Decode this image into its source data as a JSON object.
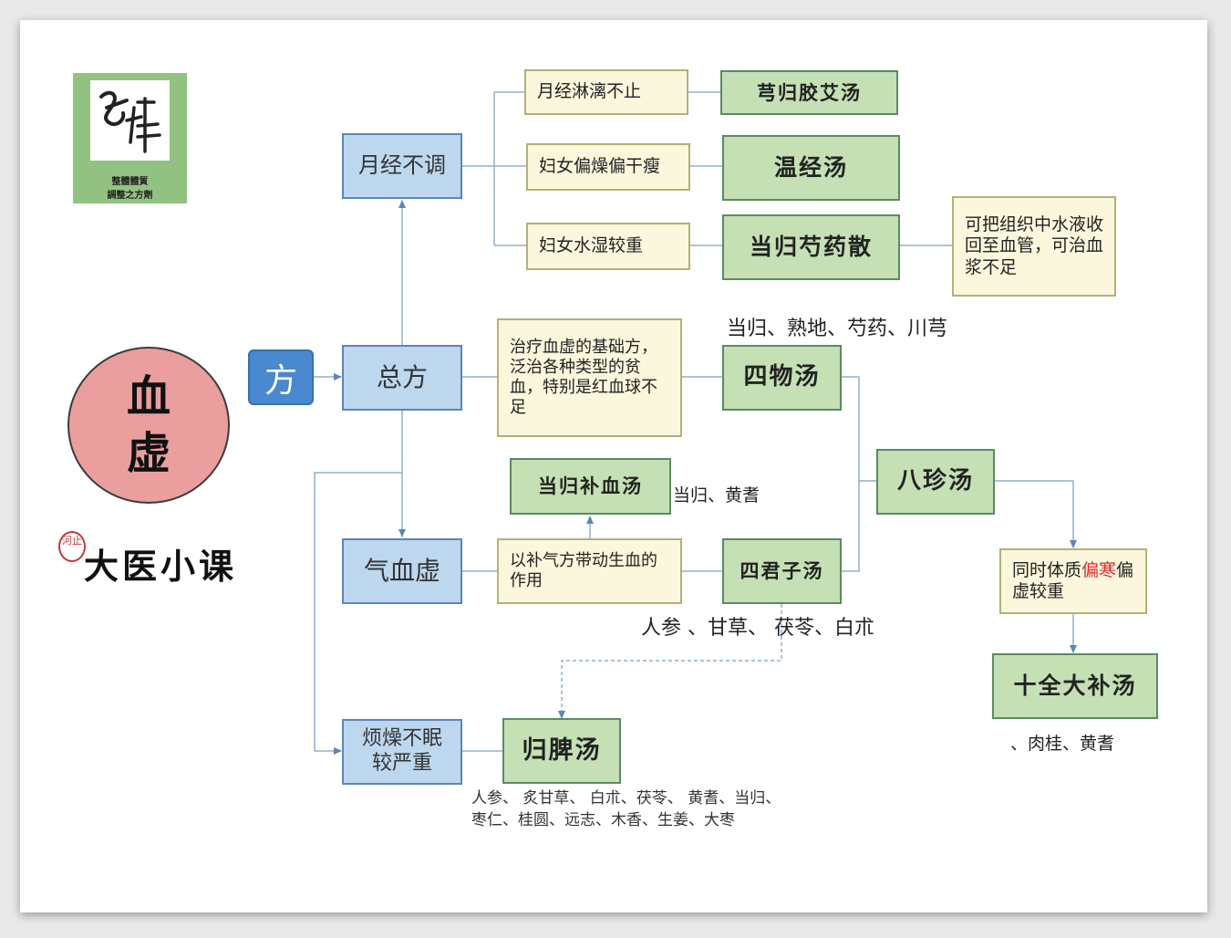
{
  "logo": {
    "glyph": "方律",
    "caption_line1": "整體體質",
    "caption_line2": "調整之方劑"
  },
  "main_topic": {
    "line1": "血",
    "line2": "虚"
  },
  "fang_tag": "方",
  "course": {
    "seal": "河止",
    "title": "大医小课"
  },
  "categories": {
    "menstrual": "月经不调",
    "general": "总方",
    "qi_blood": "气血虚",
    "insomnia": "烦燥不眠较严重"
  },
  "conditions": {
    "dripping": "月经淋漓不止",
    "dry_thin": "妇女偏燥偏干瘦",
    "damp": "妇女水湿较重",
    "siwu_desc": "治疗血虚的基础方，泛治各种类型的贫血，特别是红血球不足",
    "sijunzi_desc": "以补气方带动生血的作用",
    "cold_prefix": "同时体质",
    "cold_red": "偏寒",
    "cold_suffix": "偏虚较重",
    "danggui_note": "可把组织中水液收回至血管，可治血浆不足"
  },
  "formulas": {
    "xiongui": "芎归胶艾汤",
    "wenjing": "温经汤",
    "danggui_shaoyao": "当归芍药散",
    "siwu": "四物汤",
    "danggui_buxue": "当归补血汤",
    "sijunzi": "四君子汤",
    "bazhen": "八珍汤",
    "shiquan": "十全大补汤",
    "guipi": "归脾汤"
  },
  "ingredients": {
    "siwu": "当归、熟地、芍药、川芎",
    "danggui_buxue": "当归、黄耆",
    "sijunzi": "人参 、甘草、 茯苓、白朮",
    "shiquan": "、肉桂、黄耆",
    "guipi": "人参、 炙甘草、 白朮、茯苓、 黄耆、当归、枣仁、桂圆、远志、木香、生姜、大枣"
  },
  "colors": {
    "blue_box": "#bdd7ee",
    "cream_box": "#fbf7dc",
    "green_box": "#c5e0b4",
    "circle": "#eb9e9e",
    "tag": "#4a88cf",
    "highlight": "#e02b2b"
  }
}
